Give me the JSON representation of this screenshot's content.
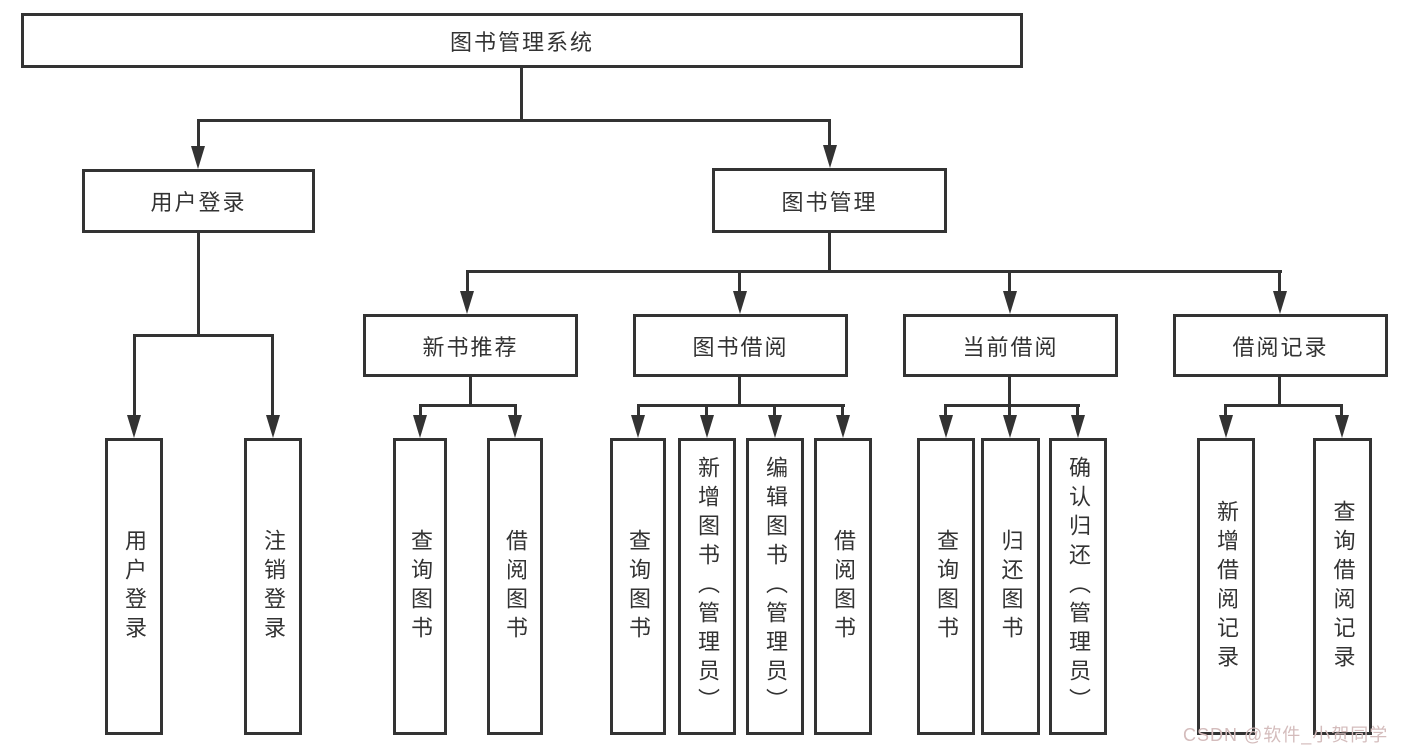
{
  "diagram": {
    "title": "图书管理系统",
    "nodes": {
      "root": "图书管理系统",
      "user_login": "用户登录",
      "book_mgmt": "图书管理",
      "new_book_rec": "新书推荐",
      "book_borrow": "图书借阅",
      "current_borrow": "当前借阅",
      "borrow_record": "借阅记录",
      "leaf_user_login": "用户登录",
      "leaf_logout": "注销登录",
      "leaf_rec_query": "查询图书",
      "leaf_rec_borrow": "借阅图书",
      "leaf_bb_query": "查询图书",
      "leaf_bb_add": "新增图书（管理员）",
      "leaf_bb_edit": "编辑图书（管理员）",
      "leaf_bb_borrow": "借阅图书",
      "leaf_cb_query": "查询图书",
      "leaf_cb_return": "归还图书",
      "leaf_cb_confirm": "确认归还（管理员）",
      "leaf_br_add": "新增借阅记录",
      "leaf_br_query": "查询借阅记录"
    },
    "colors": {
      "line": "#333333",
      "text": "#333333",
      "background": "#ffffff",
      "watermark": "#d4bcbc"
    }
  },
  "watermark": {
    "text": "CSDN @软件_小贺同学"
  }
}
